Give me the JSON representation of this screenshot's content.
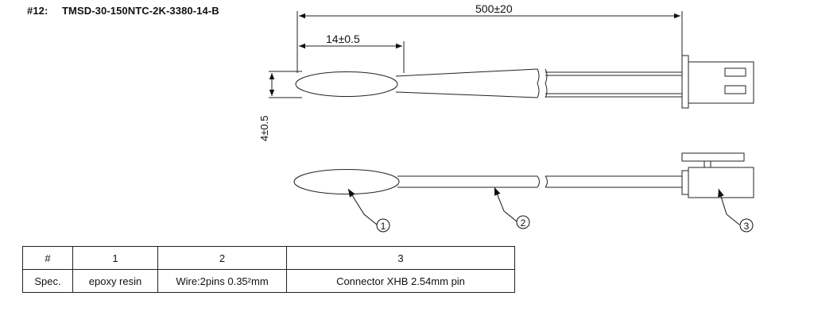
{
  "title": {
    "number": "#12:",
    "part": "TMSD-30-150NTC-2K-3380-14-B"
  },
  "dimensions": {
    "total_length": "500±20",
    "head_length": "14±0.5",
    "head_diameter": "4±0.5"
  },
  "callouts": [
    "1",
    "2",
    "3"
  ],
  "spec_table": {
    "header": [
      "#",
      "1",
      "2",
      "3"
    ],
    "row": [
      "Spec.",
      "epoxy resin",
      "Wire:2pins 0.35²mm",
      "Connector XHB 2.54mm pin"
    ]
  }
}
